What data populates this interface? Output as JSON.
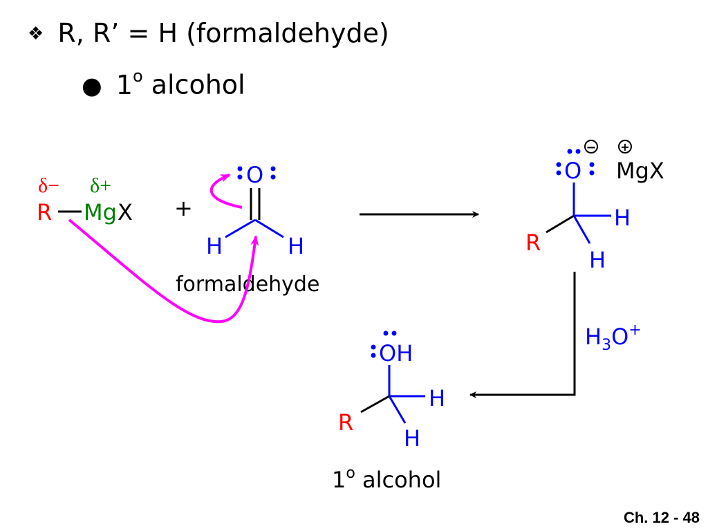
{
  "slide": {
    "bullet1": {
      "icon": "diamond-bullet-icon",
      "text": "R, R’ = H (formaldehyde)"
    },
    "bullet2": {
      "icon": "dot-bullet-icon",
      "text_num": "1",
      "text_sup": "o",
      "text_rest": " alcohol"
    },
    "page_number": "Ch. 12 - 48"
  },
  "colors": {
    "red": "#ff0000",
    "green": "#008000",
    "blue": "#0000ff",
    "magenta": "#ff00ff",
    "black": "#000000"
  },
  "reagent": {
    "delta_minus": "δ−",
    "delta_plus": "δ+",
    "r": "R",
    "mg": "Mg",
    "x": "X"
  },
  "plus_sign": "+",
  "formaldehyde": {
    "o": "O",
    "h_left": "H",
    "h_right": "H",
    "label": "formaldehyde"
  },
  "intermediate": {
    "o": "O",
    "minus": "−",
    "plus": "+",
    "mgx": "MgX",
    "r": "R",
    "h1": "H",
    "h2": "H"
  },
  "workup": {
    "h": "H",
    "sub3": "3",
    "o": "O",
    "sup_plus": "+"
  },
  "product": {
    "oh": "OH",
    "h1": "H",
    "h2": "H",
    "r": "R",
    "label_num": "1",
    "label_sup": "o",
    "label_rest": " alcohol"
  }
}
